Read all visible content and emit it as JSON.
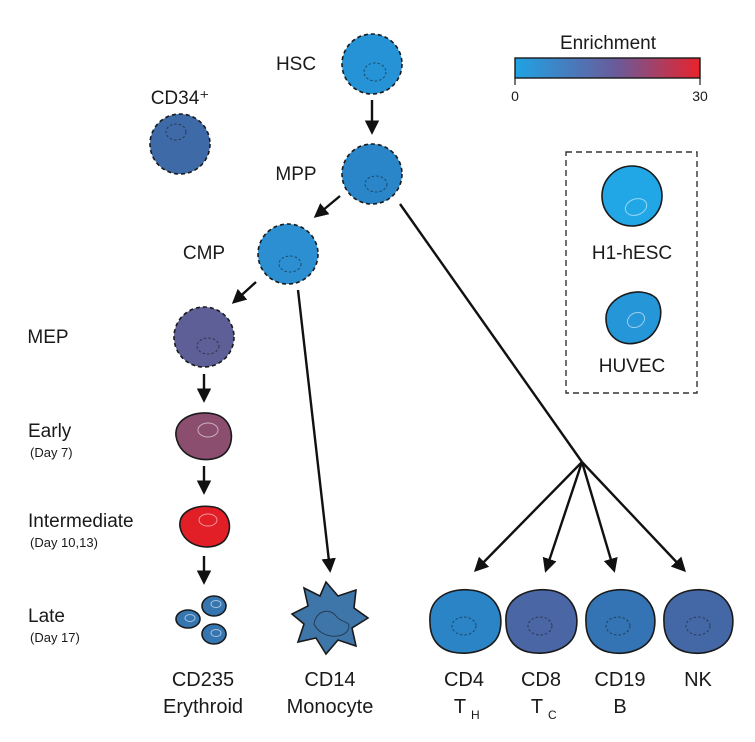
{
  "colorbar": {
    "title": "Enrichment",
    "min_label": "0",
    "max_label": "30",
    "low_color": "#1fa3e4",
    "mid_color": "#6a5a9a",
    "high_color": "#e8232c"
  },
  "nodes": {
    "hsc": "HSC",
    "cd34": "CD34⁺",
    "mpp": "MPP",
    "cmp": "CMP",
    "mep": "MEP",
    "early": "Early",
    "early_day": "(Day 7)",
    "intermediate": "Intermediate",
    "intermediate_day": "(Day 10,13)",
    "late": "Late",
    "late_day": "(Day 17)"
  },
  "reference": {
    "h1_hesc": "H1-hESC",
    "huvec": "HUVEC"
  },
  "bottom_labels": {
    "cd235": "CD235",
    "erythroid": "Erythroid",
    "cd14": "CD14",
    "monocyte": "Monocyte",
    "cd4": "CD4",
    "th_main": "T",
    "th_sub": "H",
    "cd8": "CD8",
    "tc_main": "T",
    "tc_sub": "C",
    "cd19": "CD19",
    "b": "B",
    "nk": "NK"
  },
  "cell_colors": {
    "hsc": "#2593d6",
    "cd34": "#3f6aa8",
    "mpp": "#2a86c9",
    "cmp": "#2b8fd1",
    "mep": "#5d5f96",
    "early": "#8c4e6e",
    "intermediate": "#e21e26",
    "late": "#3576b0",
    "cd14": "#3f76aa",
    "cd4": "#2b84c6",
    "cd8": "#4a66a4",
    "cd19": "#3474b4",
    "nk": "#4468a6",
    "h1_hesc": "#21a6e6",
    "huvec": "#2596d8"
  }
}
